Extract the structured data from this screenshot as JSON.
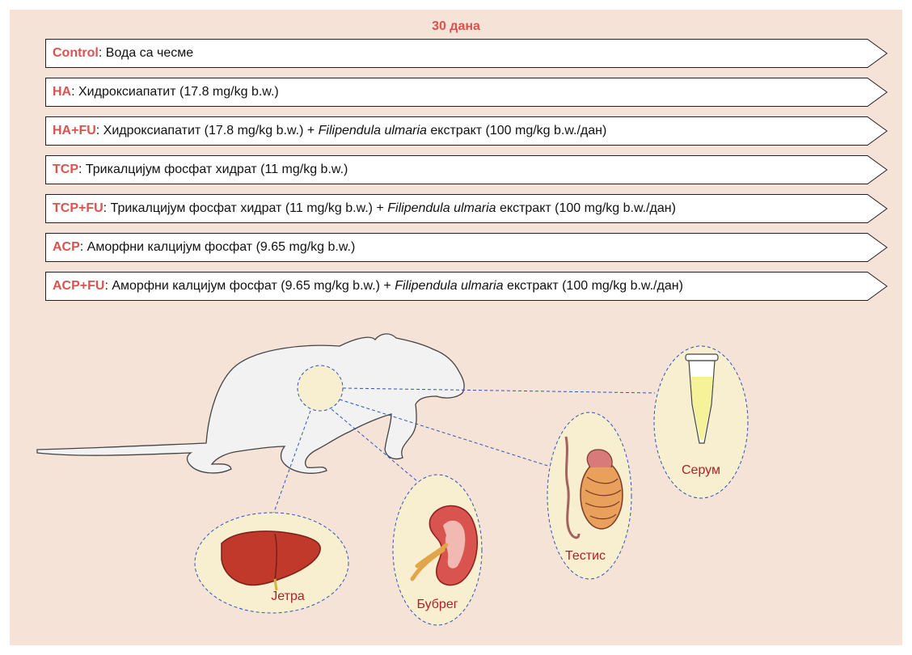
{
  "header": {
    "duration": "30 дана"
  },
  "groups": [
    {
      "code": "Control",
      "text": ": Вода са чесме"
    },
    {
      "code": "HA",
      "text": ": Хидроксиапатит (17.8 mg/kg b.w.)"
    },
    {
      "code": "HA+FU",
      "text": ": Хидроксиапатит (17.8 mg/kg b.w.) + ",
      "extract": "Filipendula ulmaria",
      "extract_suffix": " екстракт (100 mg/kg b.w./дан)"
    },
    {
      "code": "TCP",
      "text": ": Трикалцијум фосфат хидрат (11 mg/kg b.w.)"
    },
    {
      "code": "TCP+FU",
      "text": ": Трикалцијум фосфат хидрат (11 mg/kg b.w.) + ",
      "extract": "Filipendula ulmaria",
      "extract_suffix": " екстракт (100 mg/kg b.w./дан)"
    },
    {
      "code": "ACP",
      "text": ": Аморфни калцијум фосфат (9.65 mg/kg b.w.)"
    },
    {
      "code": "ACP+FU",
      "text": ": Аморфни калцијум фосфат (9.65 mg/kg b.w.) + ",
      "extract": "Filipendula ulmaria",
      "extract_suffix": " екстракт (100 mg/kg b.w./дан)"
    }
  ],
  "organs": {
    "serum": "Серум",
    "testis": "Тестис",
    "kidney": "Бубрег",
    "liver": "Јетра"
  },
  "colors": {
    "group_code": "#d9534f",
    "background": "#f5e3d8",
    "organ_ellipse": "#f7efcf",
    "connector": "#2d56b5",
    "organ_label": "#b0202a"
  },
  "icons": [
    "rat-icon",
    "liver-icon",
    "kidney-icon",
    "testis-icon",
    "serum-tube-icon"
  ]
}
